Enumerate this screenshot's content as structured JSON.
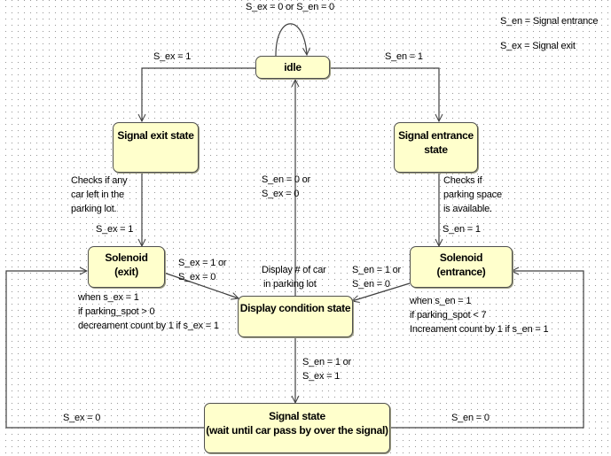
{
  "legend": {
    "en": "S_en = Signal entrance",
    "ex": "S_ex = Signal exit"
  },
  "states": {
    "idle": {
      "title": "idle"
    },
    "signal_exit": {
      "title": "Signal exit state"
    },
    "signal_entrance": {
      "line1": "Signal entrance",
      "line2": "state"
    },
    "solenoid_exit": {
      "line1": "Solenoid",
      "line2": "(exit)"
    },
    "solenoid_entrance": {
      "line1": "Solenoid",
      "line2": "(entrance)"
    },
    "display": {
      "title": "Display condition state"
    },
    "signal": {
      "line1": "Signal state",
      "line2": "(wait until car pass by over the signal)"
    }
  },
  "transitions": {
    "idle_self": "S_ex = 0  or S_en = 0",
    "idle_to_exit": "S_ex = 1",
    "idle_to_entrance": "S_en = 1",
    "exit_to_solenoid": "S_ex = 1",
    "entrance_to_solenoid": "S_en = 1",
    "display_to_idle": [
      "S_en = 0 or",
      "S_ex = 0"
    ],
    "solenoid_exit_to_display": [
      "S_ex = 1 or",
      "S_ex = 0"
    ],
    "solenoid_entrance_to_display": [
      "S_en = 1 or",
      "S_en = 0"
    ],
    "display_to_signal": [
      "S_en = 1 or",
      "S_ex = 1"
    ],
    "signal_to_solenoid_exit": "S_ex = 0",
    "signal_to_solenoid_entrance": "S_en = 0"
  },
  "notes": {
    "exit_check": [
      "Checks if  any",
      "car left in the",
      "parking lot."
    ],
    "entrance_check": [
      "Checks if",
      "parking space",
      "is available."
    ],
    "display_note": [
      "Display # of car",
      "in parking lot"
    ],
    "solenoid_exit_note": [
      "when s_ex = 1",
      "if parking_spot > 0",
      "decreament count by 1  if s_ex = 1"
    ],
    "solenoid_entrance_note": [
      "when s_en = 1",
      "if parking_spot < 7",
      "Increament count by 1 if s_en = 1"
    ]
  },
  "colors": {
    "state_fill": "#ffffcc",
    "state_border": "#505050",
    "line": "#404040"
  }
}
